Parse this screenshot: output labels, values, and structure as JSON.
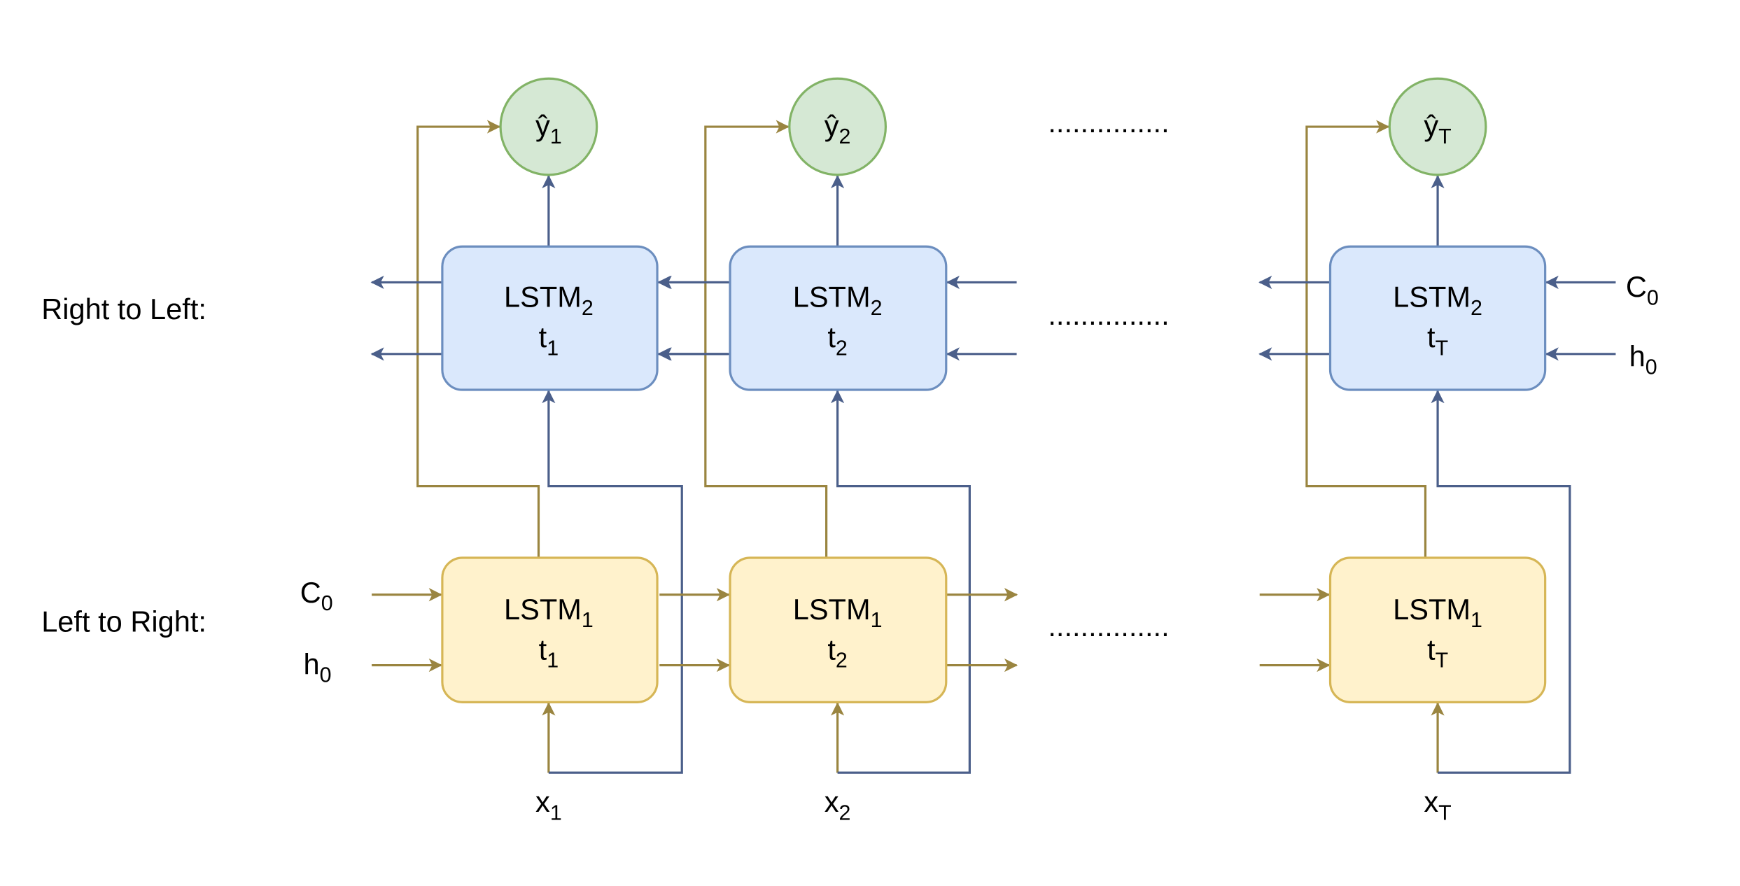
{
  "row_labels": {
    "top": "Right to Left:",
    "bottom": "Left to Right:"
  },
  "ellipsis": "...............",
  "init_labels": {
    "c": "C",
    "c_sub": "0",
    "h": "h",
    "h_sub": "0"
  },
  "columns": [
    {
      "output": "ŷ",
      "lstm2": "LSTM",
      "lstm2_sub": "2",
      "lstm1": "LSTM",
      "lstm1_sub": "1",
      "t": "t",
      "sub": "1",
      "input": "x"
    },
    {
      "output": "ŷ",
      "lstm2": "LSTM",
      "lstm2_sub": "2",
      "lstm1": "LSTM",
      "lstm1_sub": "1",
      "t": "t",
      "sub": "2",
      "input": "x"
    },
    {
      "output": "ŷ",
      "lstm2": "LSTM",
      "lstm2_sub": "2",
      "lstm1": "LSTM",
      "lstm1_sub": "1",
      "t": "t",
      "sub": "T",
      "input": "x"
    }
  ],
  "colors": {
    "forward_line": "#9a8540",
    "backward_line": "#4b5f8a",
    "lstm1_fill": "#fff2cc",
    "lstm1_stroke": "#d6b656",
    "lstm2_fill": "#dae8fc",
    "lstm2_stroke": "#6c8ebf",
    "output_fill": "#d5e8d4",
    "output_stroke": "#82b366"
  }
}
